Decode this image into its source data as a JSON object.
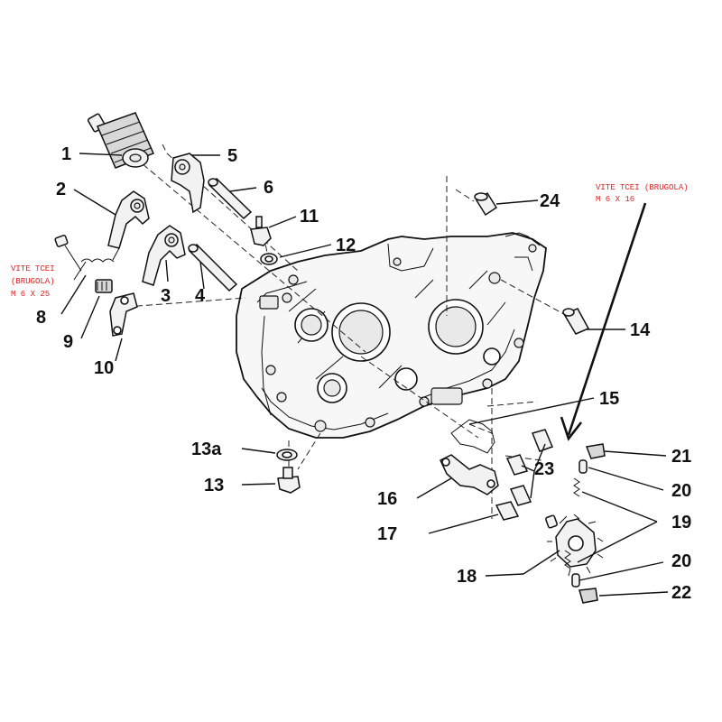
{
  "labels": {
    "l1": "1",
    "l2": "2",
    "l3": "3",
    "l4": "4",
    "l5": "5",
    "l6": "6",
    "l8": "8",
    "l9": "9",
    "l10": "10",
    "l11": "11",
    "l12": "12",
    "l13": "13",
    "l13a": "13a",
    "l14": "14",
    "l15": "15",
    "l16": "16",
    "l17": "17",
    "l18": "18",
    "l19": "19",
    "l20a": "20",
    "l20b": "20",
    "l21": "21",
    "l22": "22",
    "l23": "23",
    "l24": "24"
  },
  "notes": {
    "left": {
      "line1": "VITE TCEI",
      "line2": "(BRUGOLA)",
      "line3": "M 6 X 25"
    },
    "right": {
      "line1": "VITE TCEI (BRUGOLA)",
      "line2": "M 6 X 16"
    }
  },
  "colors": {
    "note": "#e02020",
    "ink": "#111111",
    "background": "#ffffff"
  }
}
